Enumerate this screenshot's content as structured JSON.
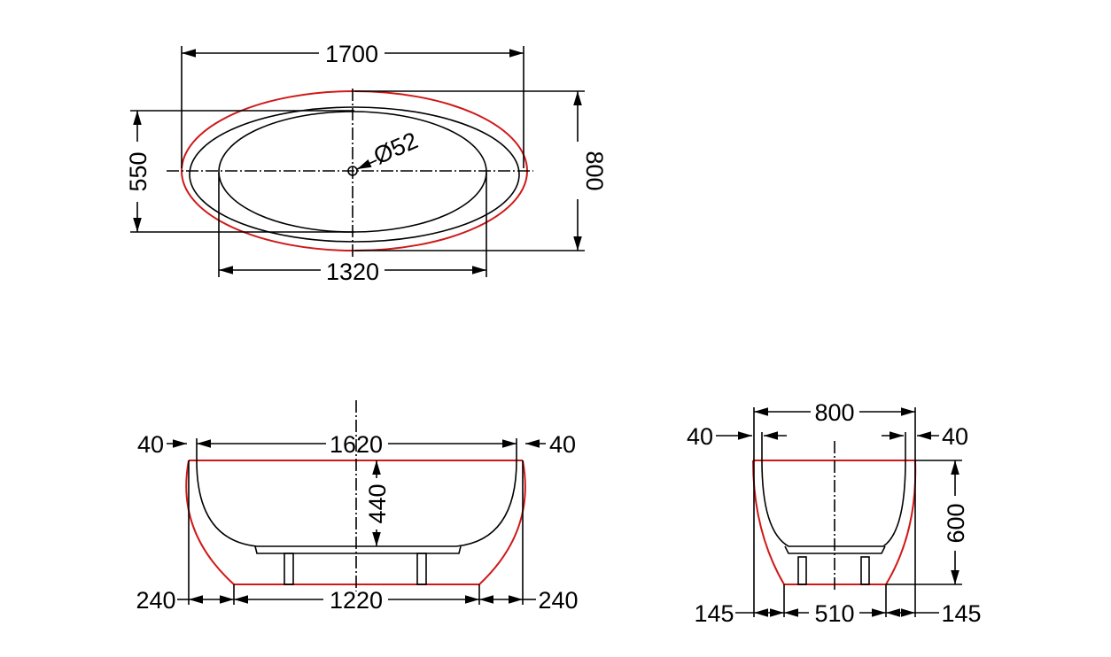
{
  "top_view": {
    "length": "1700",
    "width": "800",
    "inner_width": "550",
    "inner_length": "1320",
    "drain": "Ø52"
  },
  "side_view": {
    "top_length": "1620",
    "left_rim": "40",
    "right_rim": "40",
    "depth": "440",
    "base_length": "1220",
    "left_offset": "240",
    "right_offset": "240"
  },
  "end_view": {
    "top_width": "800",
    "left_rim": "40",
    "right_rim": "40",
    "height": "600",
    "base_width": "510",
    "left_offset": "145",
    "right_offset": "145"
  },
  "colors": {
    "outline": "#d01818",
    "line": "#000000"
  }
}
